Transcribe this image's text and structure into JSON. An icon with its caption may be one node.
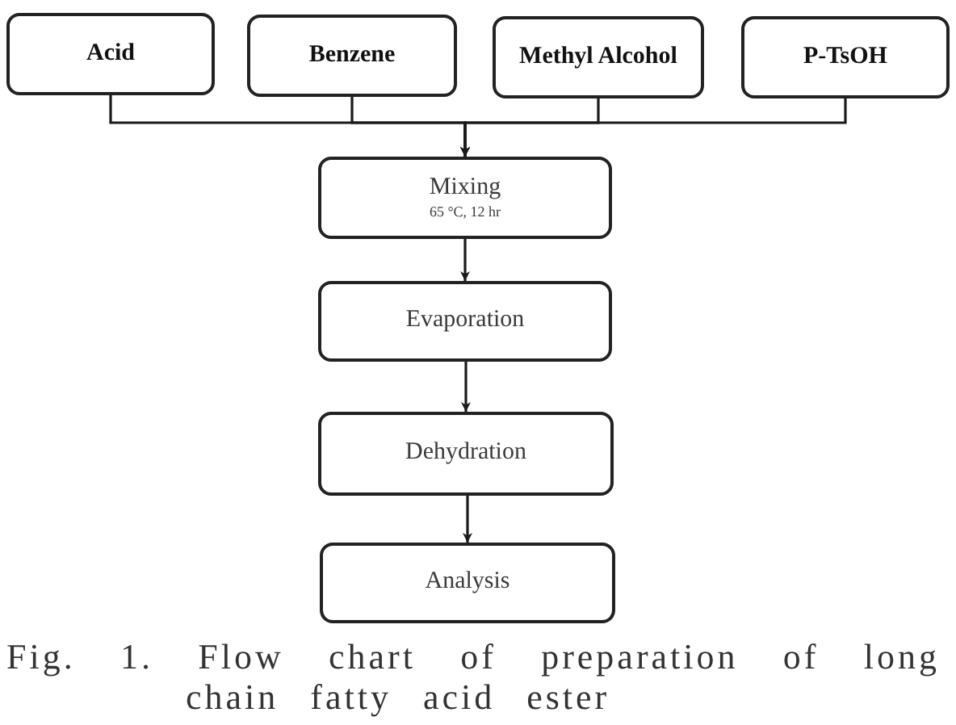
{
  "diagram": {
    "caption": "Fig. 1. Flow chart of preparation of long chain fatty acid ester",
    "nodes": [
      {
        "text": [
          "Acid"
        ]
      },
      {
        "text": [
          "Benzene"
        ]
      },
      {
        "text": [
          "Methyl Alcohol"
        ]
      },
      {
        "text": [
          "P-TsOH"
        ]
      },
      {
        "text": [
          "Mixing",
          "65 °C, 12 hr"
        ]
      },
      {
        "text": [
          "Evaporation"
        ]
      },
      {
        "text": [
          "Dehydration"
        ]
      },
      {
        "text": [
          "Analysis"
        ]
      }
    ],
    "edges": [
      {
        "from": 0,
        "to": 4,
        "arrow": "to"
      },
      {
        "from": 1,
        "to": 4,
        "arrow": "to"
      },
      {
        "from": 2,
        "to": 4,
        "arrow": "to"
      },
      {
        "from": 3,
        "to": 4,
        "arrow": "to"
      },
      {
        "from": 4,
        "to": 5,
        "arrow": "to"
      },
      {
        "from": 5,
        "to": 6,
        "arrow": "to"
      },
      {
        "from": 6,
        "to": 7,
        "arrow": "to"
      }
    ]
  }
}
